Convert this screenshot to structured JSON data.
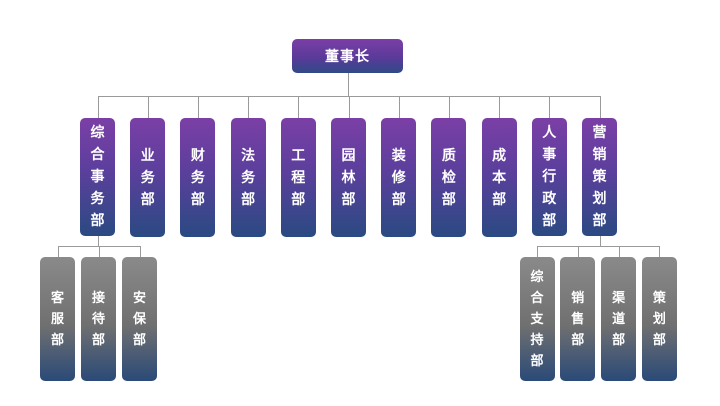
{
  "chairman": "董事长",
  "departments": [
    {
      "id": "zonghe",
      "label": "综合事务部"
    },
    {
      "id": "yewu",
      "label": "业务部"
    },
    {
      "id": "caiwu",
      "label": "财务部"
    },
    {
      "id": "fawu",
      "label": "法务部"
    },
    {
      "id": "gongcheng",
      "label": "工程部"
    },
    {
      "id": "yuanlin",
      "label": "园林部"
    },
    {
      "id": "zhuangxiu",
      "label": "装修部"
    },
    {
      "id": "zhijian",
      "label": "质检部"
    },
    {
      "id": "chengben",
      "label": "成本部"
    },
    {
      "id": "renshi",
      "label": "人事行政部"
    },
    {
      "id": "yingxiao",
      "label": "营销策划部"
    }
  ],
  "sub_departments": {
    "zonghe": [
      "客服部",
      "接待部",
      "安保部"
    ],
    "yingxiao": [
      "综合支持部",
      "销售部",
      "渠道部",
      "策划部"
    ]
  }
}
